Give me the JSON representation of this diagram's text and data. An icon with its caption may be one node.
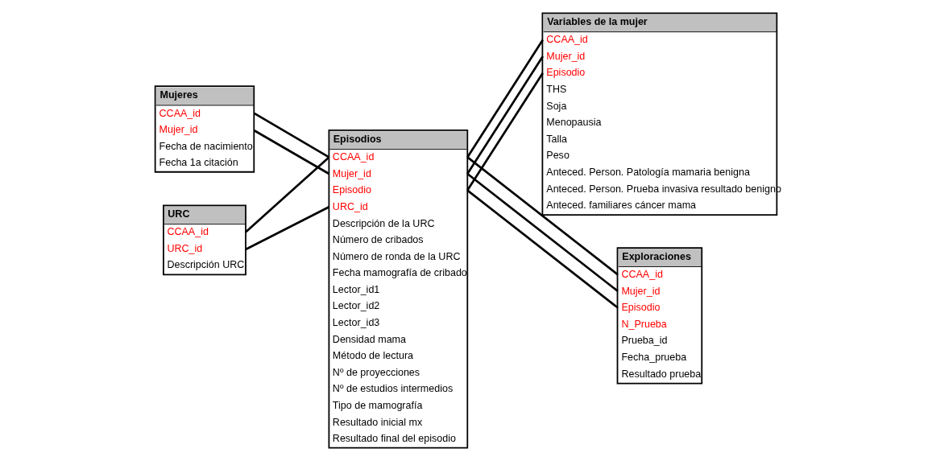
{
  "diagram": {
    "nodes": [
      {
        "text": [
          "Mujeres",
          "CCAA_id",
          "Mujer_id",
          "Fecha de nacimiento",
          "Fecha 1a citación"
        ]
      },
      {
        "text": [
          "URC",
          "CCAA_id",
          "URC_id",
          "Descripción URC"
        ]
      },
      {
        "text": [
          "Episodios",
          "CCAA_id",
          "Mujer_id",
          "Episodio",
          "URC_id",
          "Descripción de la URC",
          "Número de cribados",
          "Número de ronda de la URC",
          "Fecha mamografía de cribado",
          "Lector_id1",
          "Lector_id2",
          "Lector_id3",
          "Densidad mama",
          "Método de lectura",
          "Nº de proyecciones",
          "Nº de estudios intermedios",
          "Tipo de mamografía",
          "Resultado inicial mx",
          "Resultado final del episodio"
        ]
      },
      {
        "text": [
          "Exploraciones",
          "CCAA_id",
          "Mujer_id",
          "Episodio",
          "N_Prueba",
          "Prueba_id",
          "Fecha_prueba",
          "Resultado prueba"
        ]
      },
      {
        "text": [
          "Variables de la mujer",
          "CCAA_id",
          "Mujer_id",
          "Episodio",
          "THS",
          "Soja",
          "Menopausia",
          "Talla",
          "Peso",
          "Anteced. Person. Patología mamaria benigna",
          "Anteced. Person. Prueba invasiva resultado benigno",
          "Anteced. familiares cáncer mama"
        ]
      }
    ],
    "edges": [
      {
        "from": 0,
        "to": 2,
        "arrow": "none"
      },
      {
        "from": 0,
        "to": 2,
        "arrow": "none"
      },
      {
        "from": 1,
        "to": 2,
        "arrow": "none"
      },
      {
        "from": 1,
        "to": 2,
        "arrow": "none"
      },
      {
        "from": 2,
        "to": 3,
        "arrow": "none"
      },
      {
        "from": 2,
        "to": 3,
        "arrow": "none"
      },
      {
        "from": 2,
        "to": 3,
        "arrow": "none"
      },
      {
        "from": 2,
        "to": 4,
        "arrow": "none"
      },
      {
        "from": 2,
        "to": 4,
        "arrow": "none"
      },
      {
        "from": 2,
        "to": 4,
        "arrow": "none"
      }
    ]
  }
}
